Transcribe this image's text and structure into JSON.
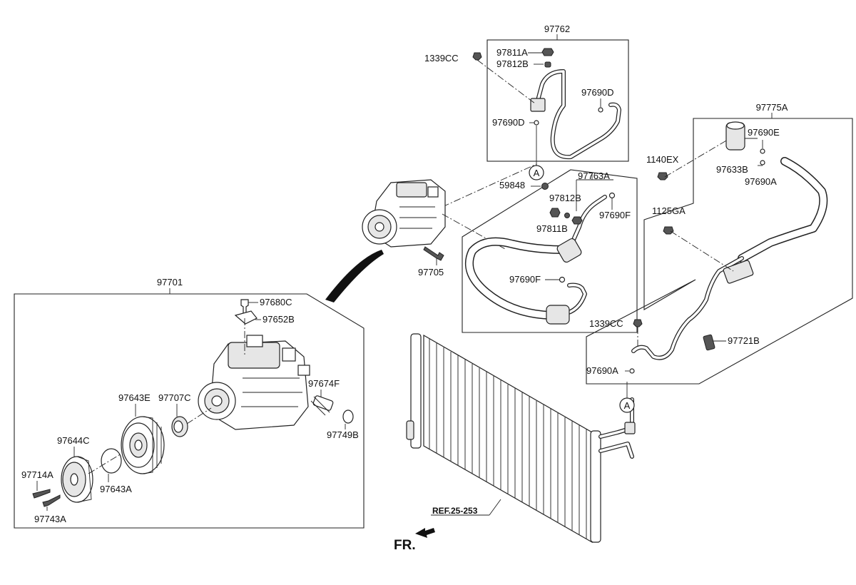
{
  "labels": {
    "p97762": "97762",
    "p1339CC_top": "1339CC",
    "p97811A": "97811A",
    "p97812B_top": "97812B",
    "p97690D_r": "97690D",
    "p97690D_l": "97690D",
    "callout_a": "A",
    "p59848": "59848",
    "p97763A": "97763A",
    "p97812B_mid": "97812B",
    "p97690F_top": "97690F",
    "p97811B": "97811B",
    "p97705": "97705",
    "p97690F_bot": "97690F",
    "p97775A": "97775A",
    "p1140EX": "1140EX",
    "p97690E": "97690E",
    "p97633B": "97633B",
    "p97690A_top": "97690A",
    "p1125GA": "1125GA",
    "p1339CC_bot": "1339CC",
    "p97721B": "97721B",
    "p97690A_bot": "97690A",
    "p97701": "97701",
    "p97680C": "97680C",
    "p97652B": "97652B",
    "p97674F": "97674F",
    "p97643E": "97643E",
    "p97707C": "97707C",
    "p97749B": "97749B",
    "p97644C": "97644C",
    "p97714A": "97714A",
    "p97643A": "97643A",
    "p97743A": "97743A",
    "ref": "REF.25-253",
    "fr": "FR."
  }
}
